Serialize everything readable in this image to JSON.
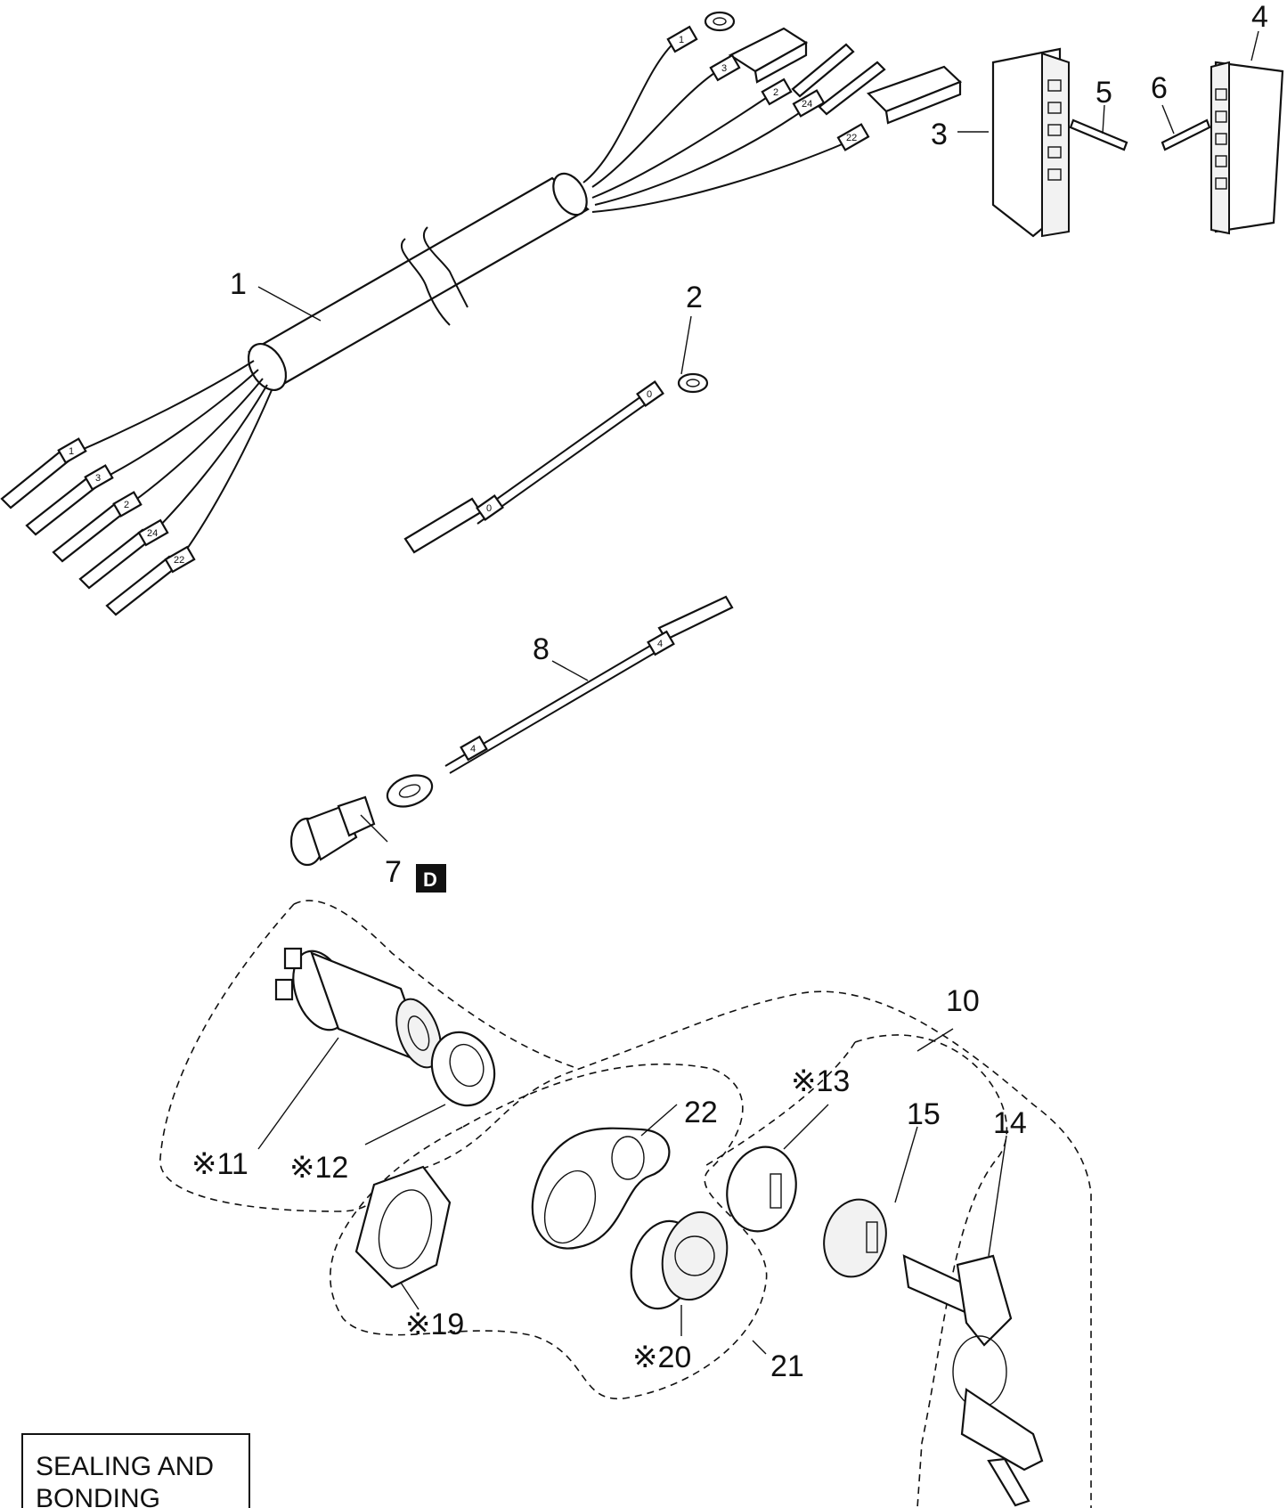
{
  "callouts": {
    "c1": "1",
    "c2": "2",
    "c3": "3",
    "c4": "4",
    "c5": "5",
    "c6": "6",
    "c7": "7",
    "c8": "8",
    "c10": "10",
    "c11": "※11",
    "c12": "※12",
    "c13": "※13",
    "c14": "14",
    "c15": "15",
    "c19": "※19",
    "c20": "※20",
    "c21": "21",
    "c22": "22"
  },
  "badge": {
    "label": "D"
  },
  "wire_tags": {
    "top": [
      "1",
      "3",
      "2",
      "24",
      "22"
    ],
    "left": [
      "1",
      "3",
      "2",
      "24",
      "22"
    ],
    "ground": [
      "0",
      "0"
    ],
    "sensor": [
      "4",
      "4"
    ]
  },
  "note_box": {
    "line1": "SEALING AND",
    "line2": "BONDING"
  }
}
